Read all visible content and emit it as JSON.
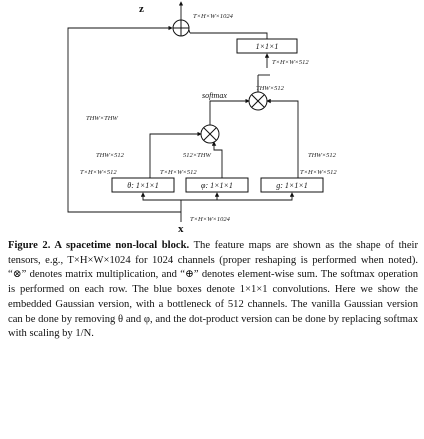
{
  "diagram": {
    "top_var": "z",
    "top_shape": "T×H×W×1024",
    "conv_top": "1×1×1",
    "proj_shape": "T×H×W×512",
    "reshape_a": "THW×512",
    "softmax_label": "softmax",
    "attn_shape": "THW×THW",
    "theta_reshape": "THW×512",
    "phi_reshape": "512×THW",
    "g_reshape": "THW×512",
    "theta_proj": "T×H×W×512",
    "phi_proj": "T×H×W×512",
    "g_proj": "T×H×W×512",
    "theta_conv": "θ: 1×1×1",
    "phi_conv": "φ: 1×1×1",
    "g_conv": "g: 1×1×1",
    "input_shape": "T×H×W×1024",
    "input_var": "x"
  },
  "caption": {
    "head": "Figure 2. A spacetime non-local block.",
    "body": " The feature maps are shown as the shape of their tensors, e.g., T×H×W×1024 for 1024 channels (proper reshaping is performed when noted). “⊗” denotes matrix multiplication, and “⊕” denotes element-wise sum. The softmax operation is performed on each row. The blue boxes denote 1×1×1 convolutions. Here we show the embedded Gaussian version, with a bottleneck of 512 channels. The vanilla Gaussian version can be done by removing θ and φ, and the dot-product version can be done by replacing softmax with scaling by 1/N."
  }
}
